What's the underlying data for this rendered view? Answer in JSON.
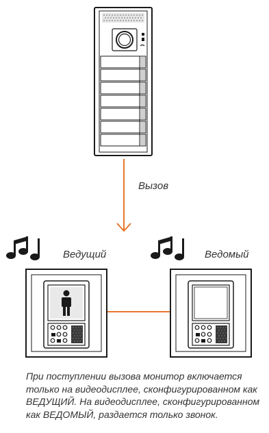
{
  "diagram": {
    "call_label": "Вызов",
    "master_label": "Ведущий",
    "slave_label": "Ведомый",
    "description_lines": [
      "При поступлении вызова монитор включается",
      "только на видеодисплее, сконфигурированном как",
      "ВЕДУЩИЙ. На видеодисплее, сконфигурированном",
      "как ВЕДОМЫЙ, раздается только звонок."
    ],
    "colors": {
      "connection": "#e8762b",
      "outline": "#1a1a1a"
    },
    "icons": [
      "door-entry-panel-icon",
      "music-notes-icon",
      "person-icon",
      "video-monitor-icon"
    ]
  }
}
